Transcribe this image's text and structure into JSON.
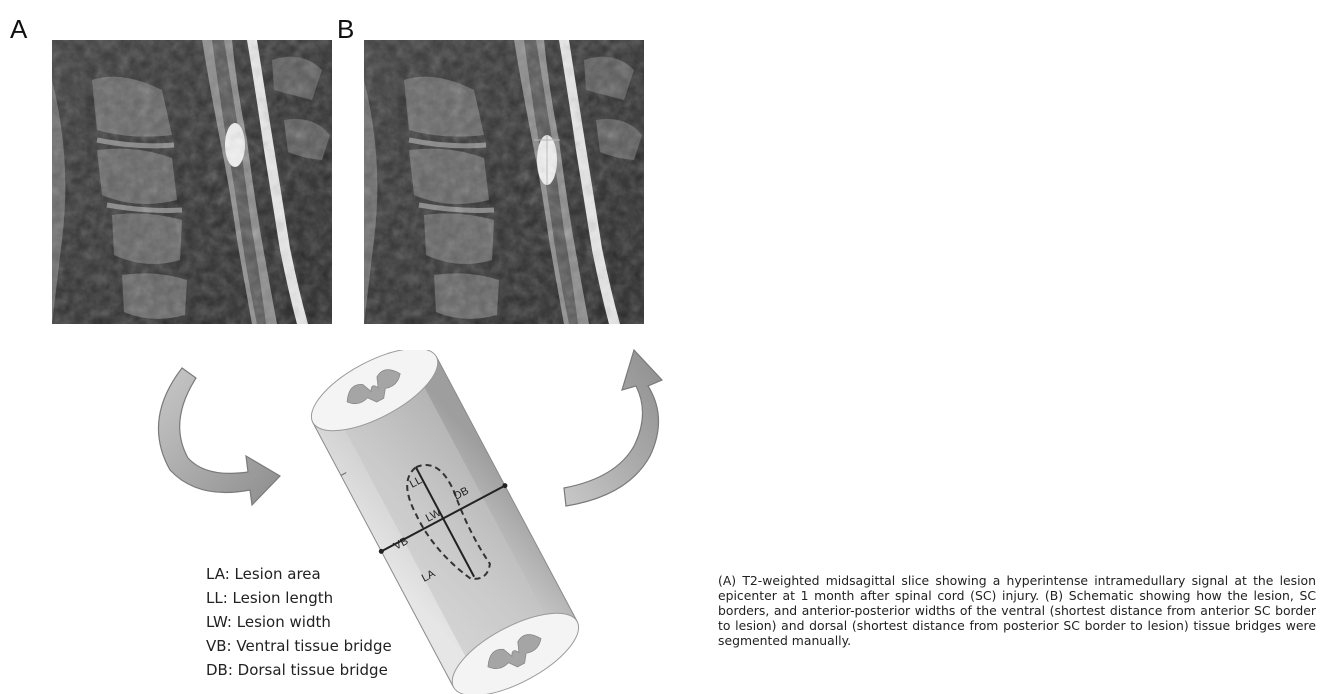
{
  "panels": {
    "a_label": "A",
    "b_label": "B"
  },
  "schematic": {
    "labels": {
      "ll": "LL",
      "lw": "LW",
      "db": "DB",
      "vb": "VB",
      "la": "LA"
    }
  },
  "legend": [
    "LA: Lesion area",
    "LL: Lesion length",
    "LW: Lesion width",
    "VB: Ventral tissue bridge",
    "DB: Dorsal tissue bridge"
  ],
  "caption": "(A) T2-weighted midsagittal slice showing a hyperintense intramedullary signal at the lesion epicenter at 1 month after spinal cord (SC) injury. (B) Schematic showing how the lesion, SC borders, and anterior-posterior widths of the ventral (shortest distance from anterior SC border to lesion) and dorsal (shortest distance from posterior SC border to lesion) tissue bridges were segmented manually."
}
